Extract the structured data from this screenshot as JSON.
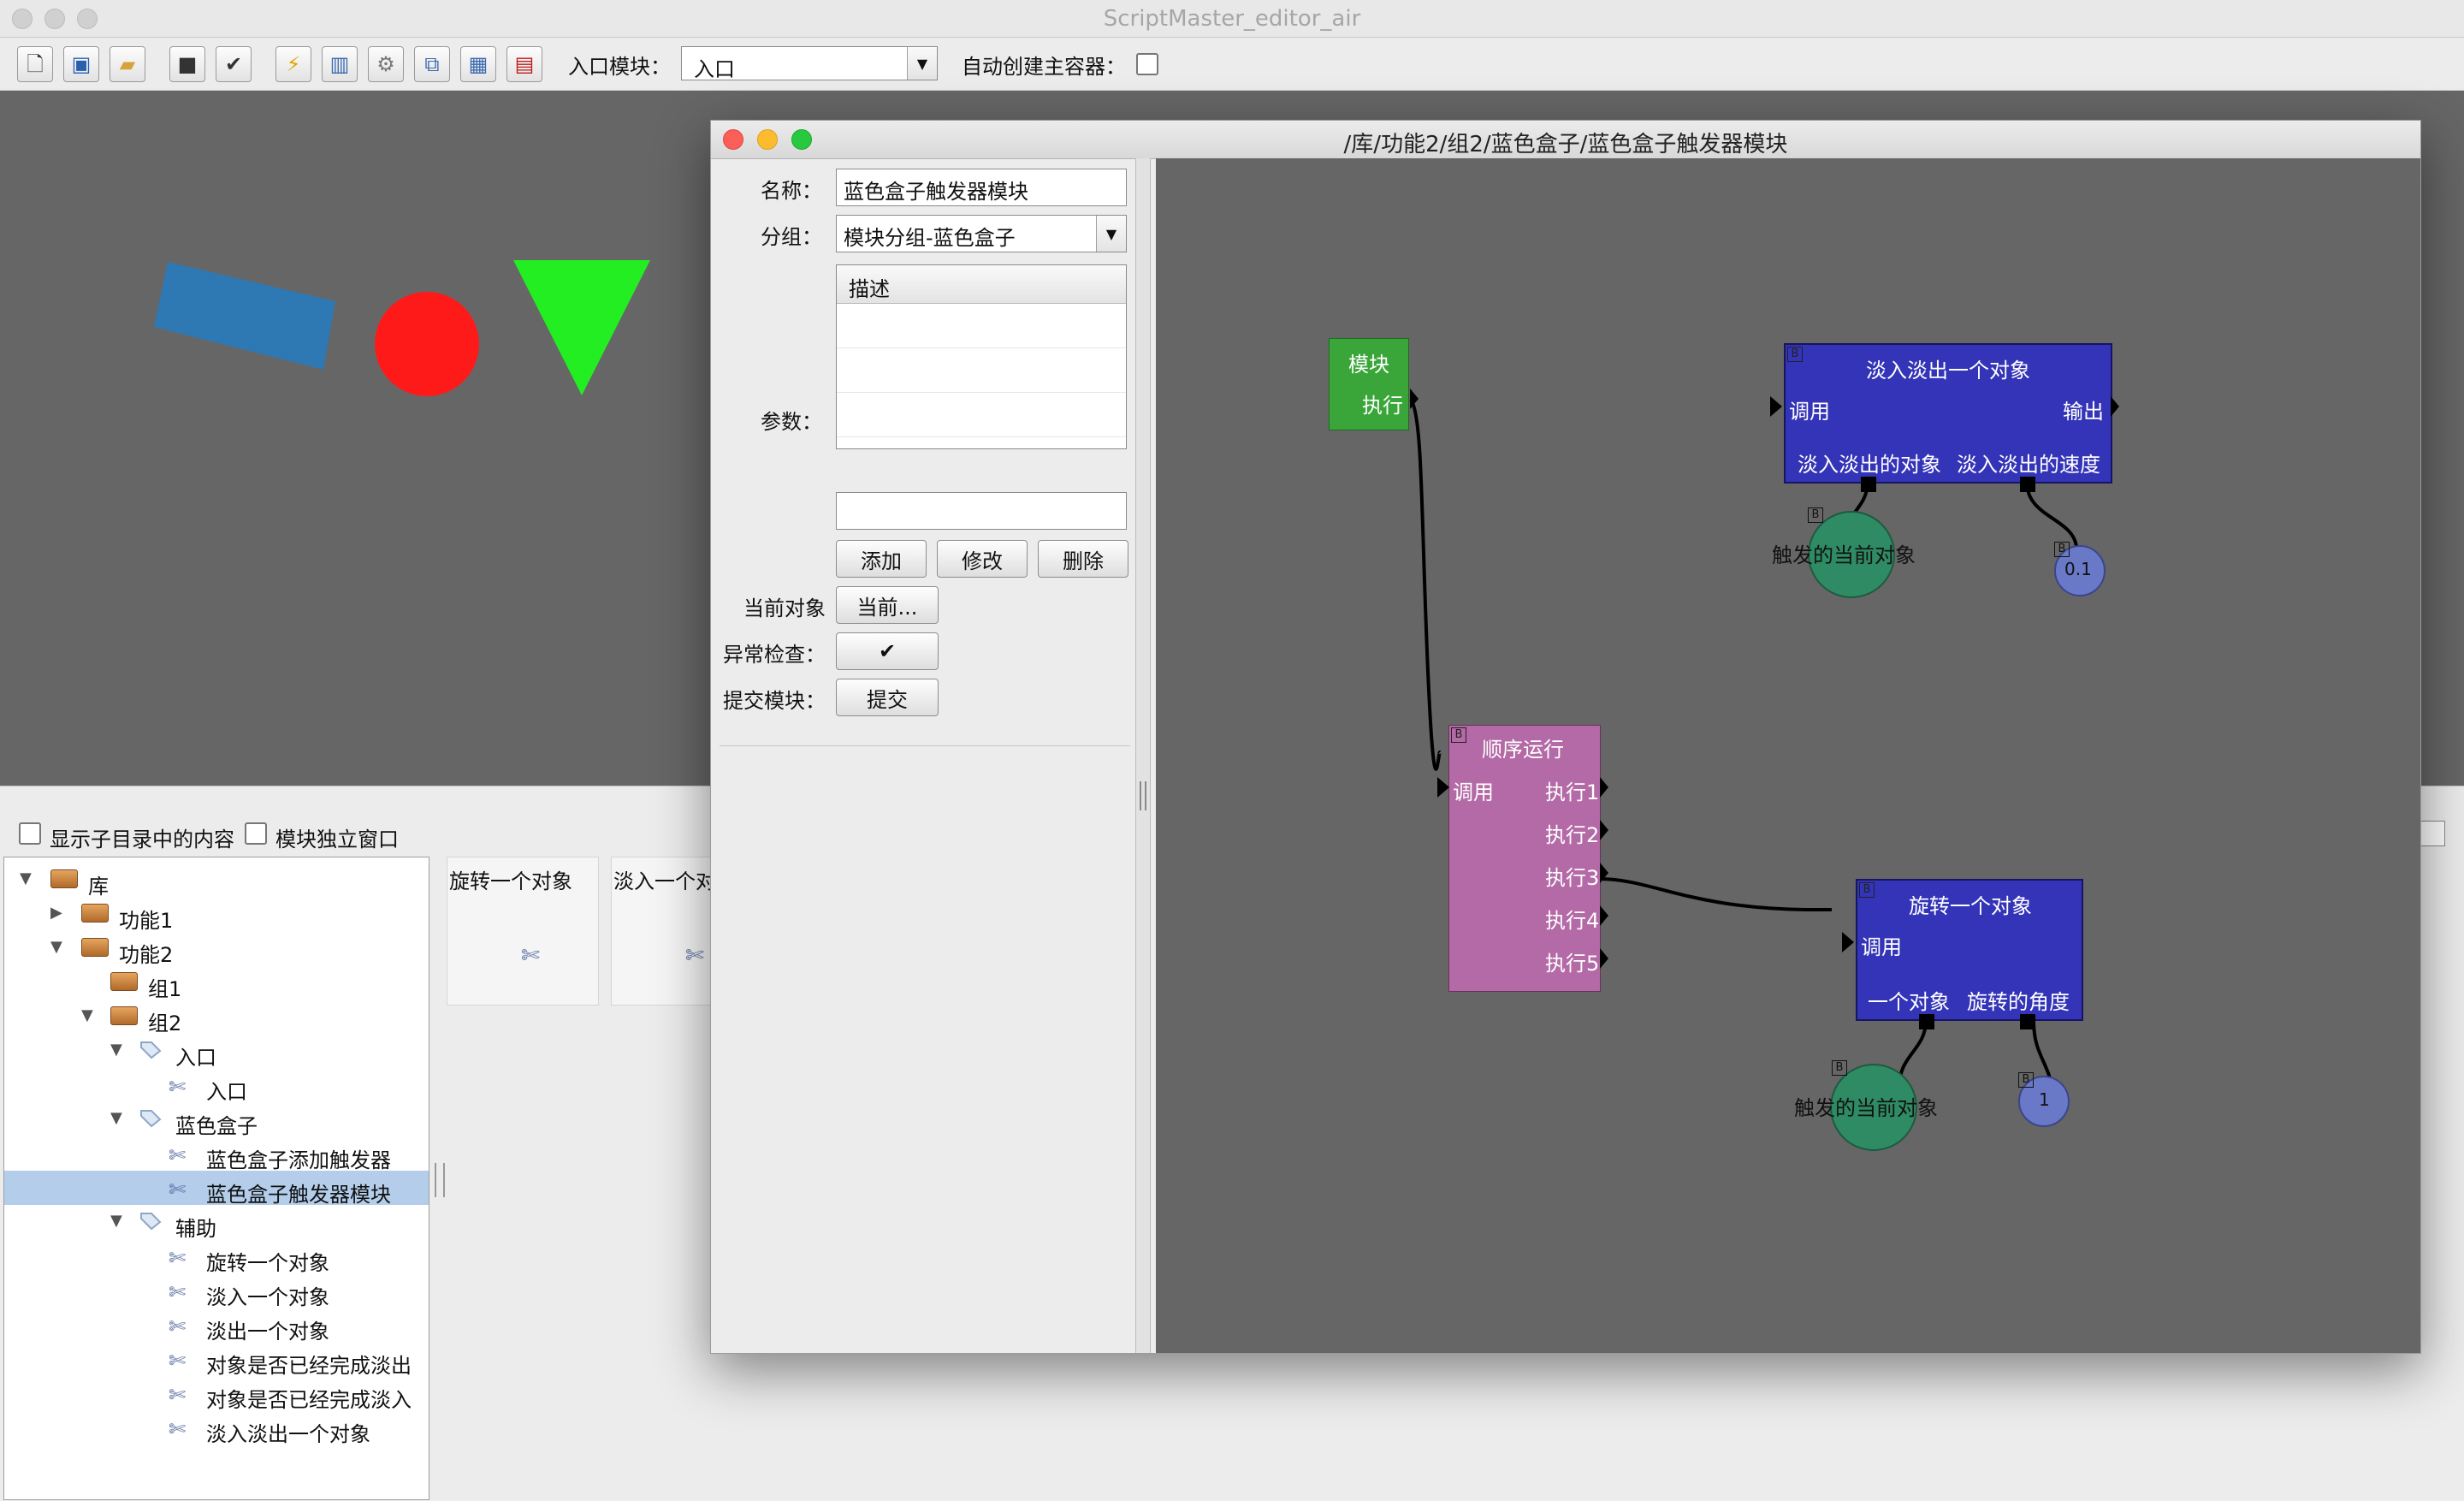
{
  "app": {
    "title": "ScriptMaster_editor_air"
  },
  "toolbar": {
    "entry_module_label": "入口模块：",
    "entry_module_value": "入口",
    "auto_create_label": "自动创建主容器："
  },
  "library": {
    "show_subdir_label": "显示子目录中的内容",
    "standalone_label": "模块独立窗口",
    "tree": [
      {
        "label": "库"
      },
      {
        "label": "功能1"
      },
      {
        "label": "功能2"
      },
      {
        "label": "组1"
      },
      {
        "label": "组2"
      },
      {
        "label": "入口"
      },
      {
        "label": "入口"
      },
      {
        "label": "蓝色盒子"
      },
      {
        "label": "蓝色盒子添加触发器"
      },
      {
        "label": "蓝色盒子触发器模块"
      },
      {
        "label": "辅助"
      },
      {
        "label": "旋转一个对象"
      },
      {
        "label": "淡入一个对象"
      },
      {
        "label": "淡出一个对象"
      },
      {
        "label": "对象是否已经完成淡出"
      },
      {
        "label": "对象是否已经完成淡入"
      },
      {
        "label": "淡入淡出一个对象"
      }
    ],
    "thumbs": [
      {
        "label": "旋转一个对象"
      },
      {
        "label": "淡入一个对"
      }
    ]
  },
  "editor": {
    "title": "/库/功能2/组2/蓝色盒子/蓝色盒子触发器模块",
    "name_label": "名称：",
    "name_value": "蓝色盒子触发器模块",
    "group_label": "分组：",
    "group_value": "模块分组-蓝色盒子",
    "params_label": "参数：",
    "params_header": "描述",
    "add_button": "添加",
    "modify_button": "修改",
    "delete_button": "删除",
    "current_object_label": "当前对象",
    "current_button": "当前...",
    "exception_label": "异常检查：",
    "exception_checkmark": "✔",
    "submit_label": "提交模块：",
    "submit_button": "提交"
  },
  "graph": {
    "module_node": {
      "title": "模块",
      "out": "执行"
    },
    "sequence_node": {
      "title": "顺序运行",
      "in": "调用",
      "outs": [
        "执行1",
        "执行2",
        "执行3",
        "执行4",
        "执行5"
      ]
    },
    "fade_node": {
      "title": "淡入淡出一个对象",
      "in": "调用",
      "out": "输出",
      "param1": "淡入淡出的对象",
      "param2": "淡入淡出的速度"
    },
    "rotate_node": {
      "title": "旋转一个对象",
      "in": "调用",
      "param1": "一个对象",
      "param2": "旋转的角度"
    },
    "trigger_obj_1": "触发的当前对象",
    "speed_value": "0.1",
    "trigger_obj_2": "触发的当前对象",
    "angle_value": "1",
    "badge": "B"
  },
  "colors": {
    "module_node": "#3aa63a",
    "sequence_node": "#b46aa6",
    "function_node": "#3434b8",
    "object_circle": "#2e8b63",
    "value_circle": "#6a78c8",
    "scene_bg": "#666666",
    "shape_rect": "#2e78b4",
    "shape_circle": "#ff1a1a",
    "shape_triangle": "#22ee22"
  }
}
